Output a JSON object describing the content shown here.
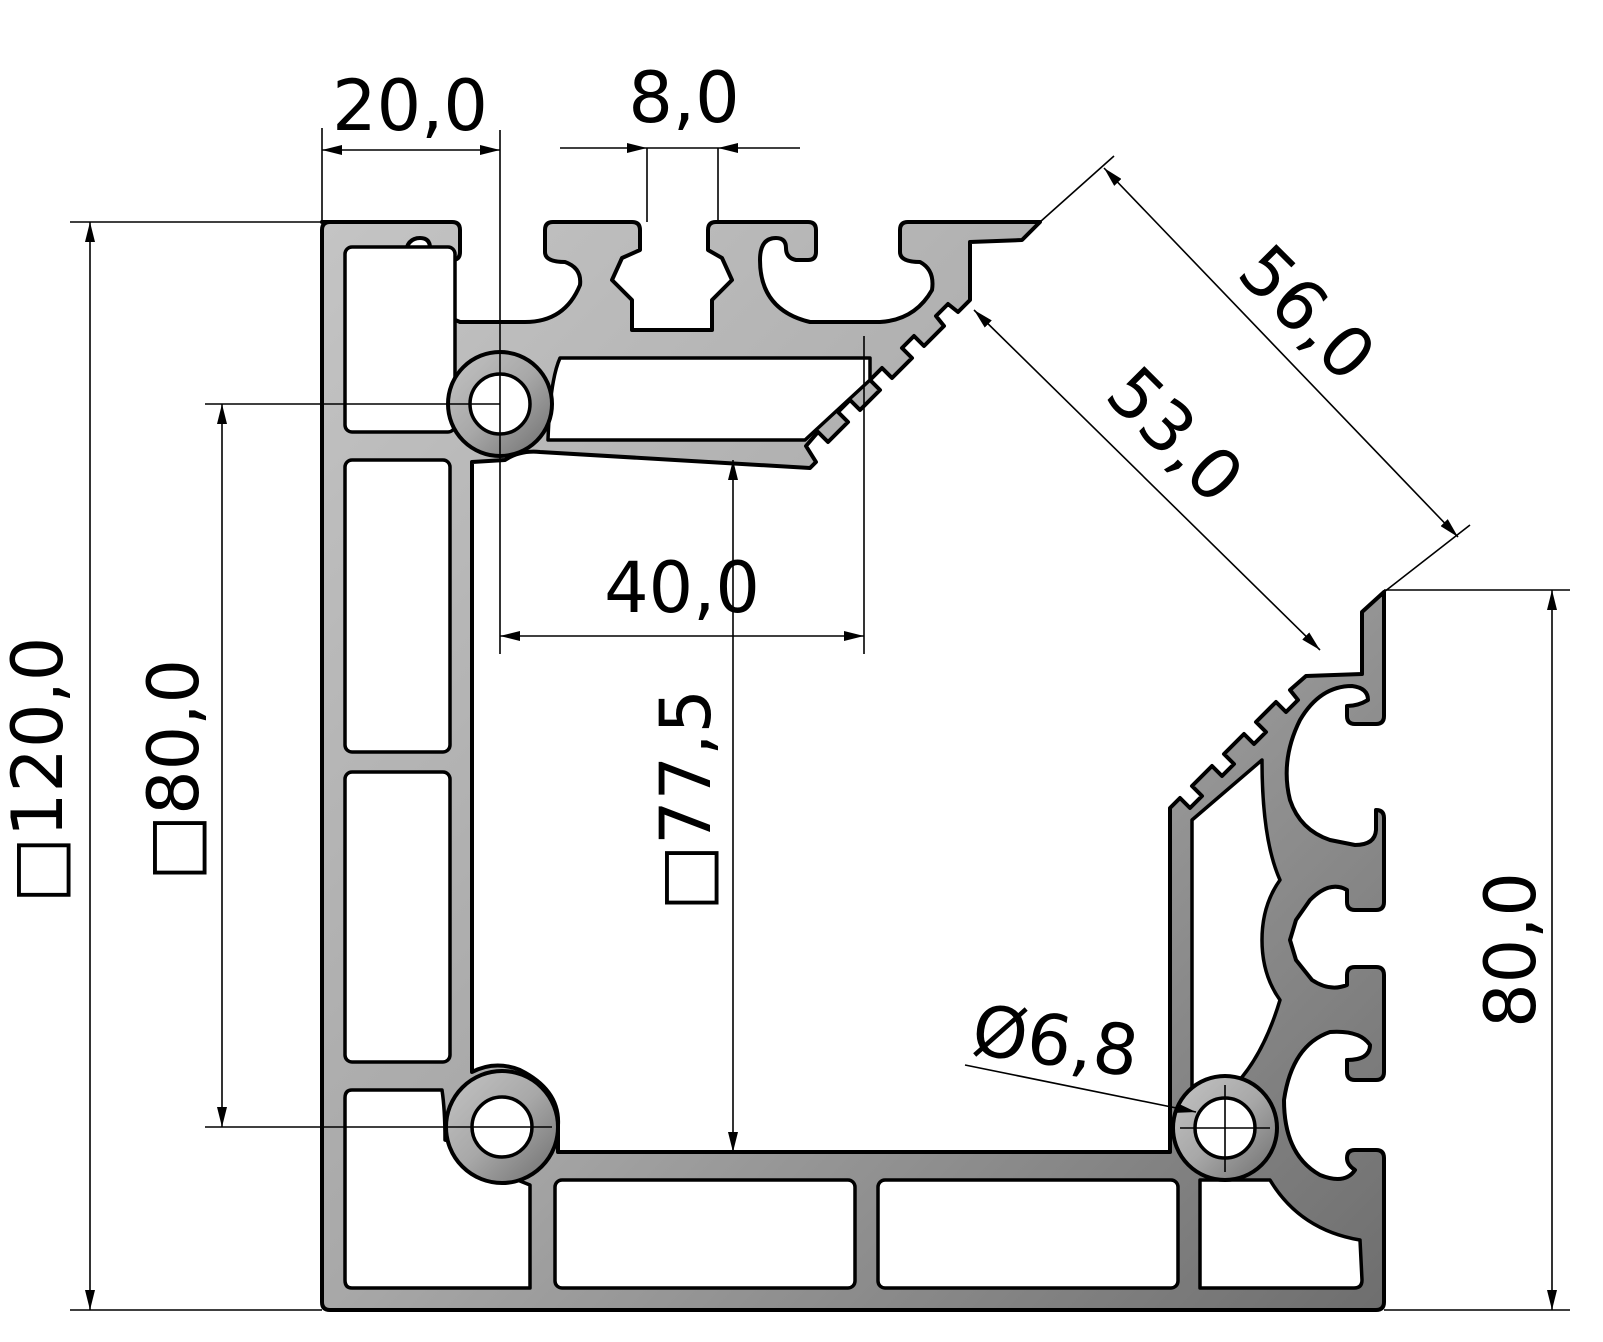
{
  "drawing": {
    "dimensions": {
      "width_20": "20,0",
      "slot_8": "8,0",
      "diag_56": "56,0",
      "diag_53": "53,0",
      "inner_40": "40,0",
      "outer_120": "□120,0",
      "bolt_80": "□80,0",
      "inner_775": "□77,5",
      "hole_68": "Ø6,8",
      "side_80": "80,0"
    },
    "colors": {
      "profile_light": "#c4c4c4",
      "profile_dark": "#6e6e6e",
      "line": "#000000"
    }
  }
}
